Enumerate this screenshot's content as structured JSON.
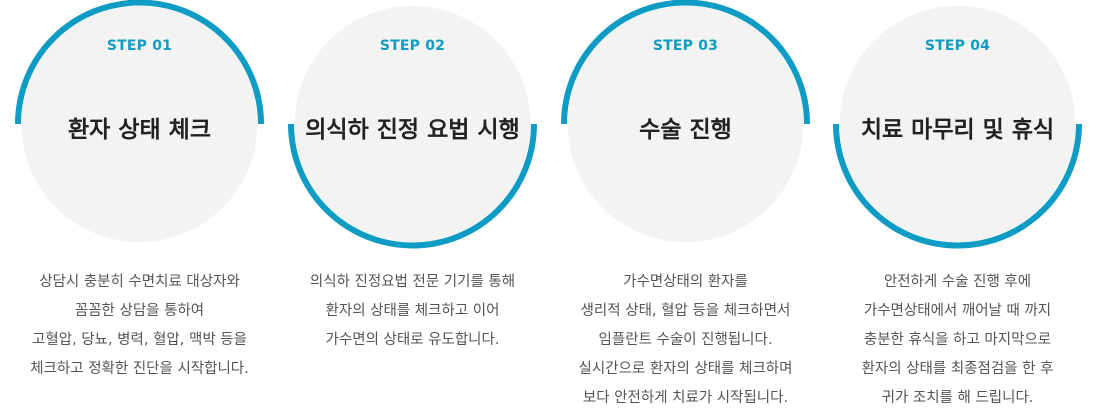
{
  "accent_color": "#0e9cc4",
  "circle_fill": "#f3f3f3",
  "steps": [
    {
      "label": "STEP 01",
      "title": "환자 상태 체크",
      "ring": "top",
      "desc": [
        "상담시 충분히 수면치료 대상자와",
        "꼼꼼한 상담을 통하여",
        "고혈압, 당뇨, 병력, 혈압, 맥박 등을",
        "체크하고 정확한 진단을 시작합니다."
      ]
    },
    {
      "label": "STEP 02",
      "title": "의식하 진정 요법 시행",
      "ring": "bottom",
      "desc": [
        "의식하 진정요법 전문 기기를 통해",
        "환자의 상태를 체크하고 이어",
        "가수면의 상태로 유도합니다."
      ]
    },
    {
      "label": "STEP 03",
      "title": "수술 진행",
      "ring": "top",
      "desc": [
        "가수면상태의 환자를",
        "생리적 상태, 혈압 등을 체크하면서",
        "임플란트 수술이 진행됩니다.",
        "실시간으로 환자의 상태를 체크하며",
        "보다 안전하게 치료가 시작됩니다."
      ]
    },
    {
      "label": "STEP 04",
      "title": "치료 마무리 및 휴식",
      "ring": "bottom",
      "desc": [
        "안전하게 수술 진행 후에",
        "가수면상태에서 깨어날 때 까지",
        "충분한 휴식을 하고 마지막으로",
        "환자의 상태를 최종점검을 한 후",
        "귀가 조치를 해 드립니다."
      ]
    }
  ]
}
